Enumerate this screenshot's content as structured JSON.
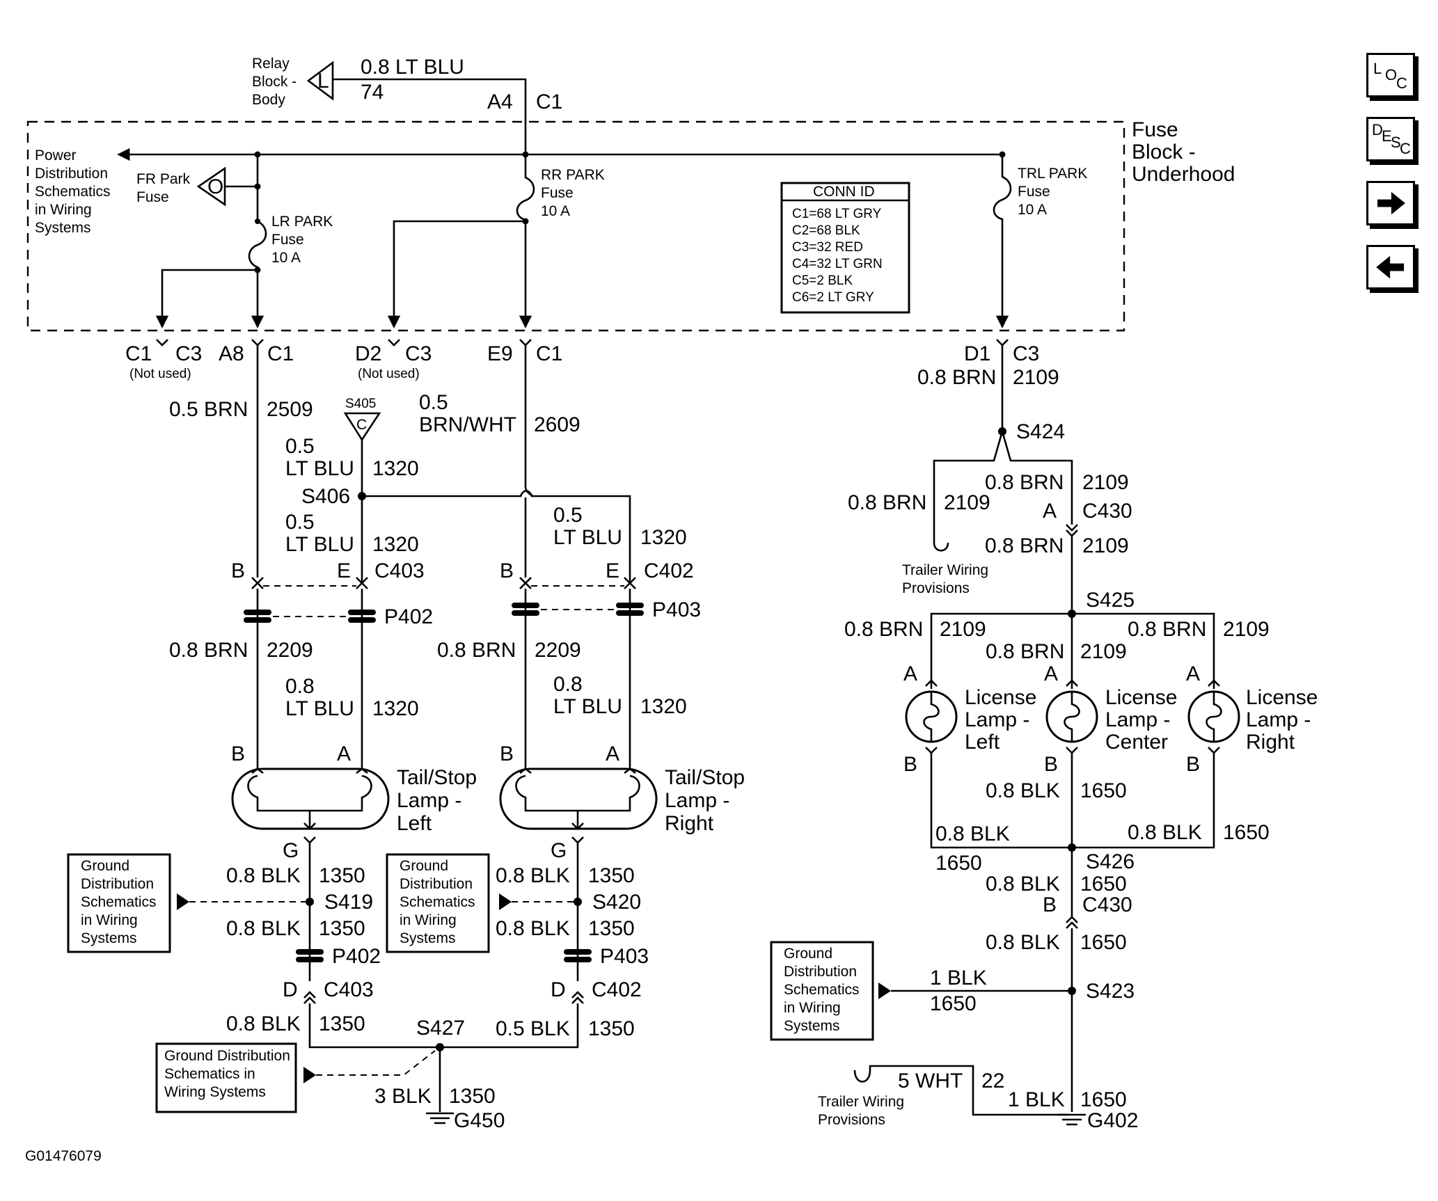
{
  "figure_id": "G01476079",
  "nav_buttons": {
    "loc": [
      "L",
      "O",
      "C"
    ],
    "desc": [
      "D",
      "E",
      "S",
      "C"
    ]
  },
  "relay": {
    "lines": [
      "Relay",
      "Block -",
      "Body"
    ],
    "letter": "L",
    "wire": "0.8 LT BLU",
    "circuit": "74",
    "pin": "A4",
    "conn": "C1"
  },
  "fuse_block": {
    "lines": [
      "Fuse",
      "Block -",
      "Underhood"
    ]
  },
  "power_dist": {
    "lines": [
      "Power",
      "Distribution",
      "Schematics",
      "in Wiring",
      "Systems"
    ]
  },
  "fr_park": {
    "lines": [
      "FR Park",
      "Fuse"
    ],
    "letter": "O"
  },
  "lr_park": {
    "lines": [
      "LR PARK",
      "Fuse",
      "10 A"
    ]
  },
  "rr_park": {
    "lines": [
      "RR PARK",
      "Fuse",
      "10 A"
    ]
  },
  "trl_park": {
    "lines": [
      "TRL PARK",
      "Fuse",
      "10 A"
    ]
  },
  "conn_id": {
    "title": "CONN ID",
    "rows": [
      "C1=68 LT GRY",
      "C2=68 BLK",
      "C3=32 RED",
      "C4=32 LT GRN",
      "C5=2 BLK",
      "C6=2 LT GRY"
    ]
  },
  "labels": {
    "c1": "C1",
    "c3": "C3",
    "a8": "A8",
    "d2": "D2",
    "e9": "E9",
    "d1": "D1",
    "not_used": "(Not used)",
    "s405": "S405",
    "s405_letter": "C",
    "s406": "S406",
    "b": "B",
    "e": "E",
    "a": "A",
    "g": "G",
    "dd": "D",
    "c403": "C403",
    "c402": "C402",
    "p402": "P402",
    "p403": "P403",
    "s419": "S419",
    "s420": "S420",
    "s427": "S427",
    "g450": "G450",
    "s424": "S424",
    "c430": "C430",
    "s425": "S425",
    "s426": "S426",
    "s423": "S423",
    "g402": "G402"
  },
  "wires": {
    "brn05": "0.5 BRN",
    "c2509": "2509",
    "p05": "0.5",
    "brnwht": "BRN/WHT",
    "c2609": "2609",
    "ltblu": "LT BLU",
    "c1320": "1320",
    "brn08": "0.8 BRN",
    "c2209": "2209",
    "p08": "0.8",
    "blk08": "0.8 BLK",
    "c1350": "1350",
    "blk05": "0.5 BLK",
    "blk3": "3 BLK",
    "c2109": "2109",
    "c1650": "1650",
    "blk1": "1 BLK",
    "wht5": "5 WHT",
    "c22": "22"
  },
  "lamps": {
    "tail_left": [
      "Tail/Stop",
      "Lamp -",
      "Left"
    ],
    "tail_right": [
      "Tail/Stop",
      "Lamp -",
      "Right"
    ],
    "lic_left": [
      "License",
      "Lamp -",
      "Left"
    ],
    "lic_center": [
      "License",
      "Lamp -",
      "Center"
    ],
    "lic_right": [
      "License",
      "Lamp -",
      "Right"
    ]
  },
  "ground_box": {
    "lines": [
      "Ground",
      "Distribution",
      "Schematics",
      "in Wiring",
      "Systems"
    ]
  },
  "ground_box_wide": {
    "lines": [
      "Ground Distribution",
      "Schematics in",
      "Wiring Systems"
    ]
  },
  "trailer": {
    "lines": [
      "Trailer Wiring",
      "Provisions"
    ]
  }
}
